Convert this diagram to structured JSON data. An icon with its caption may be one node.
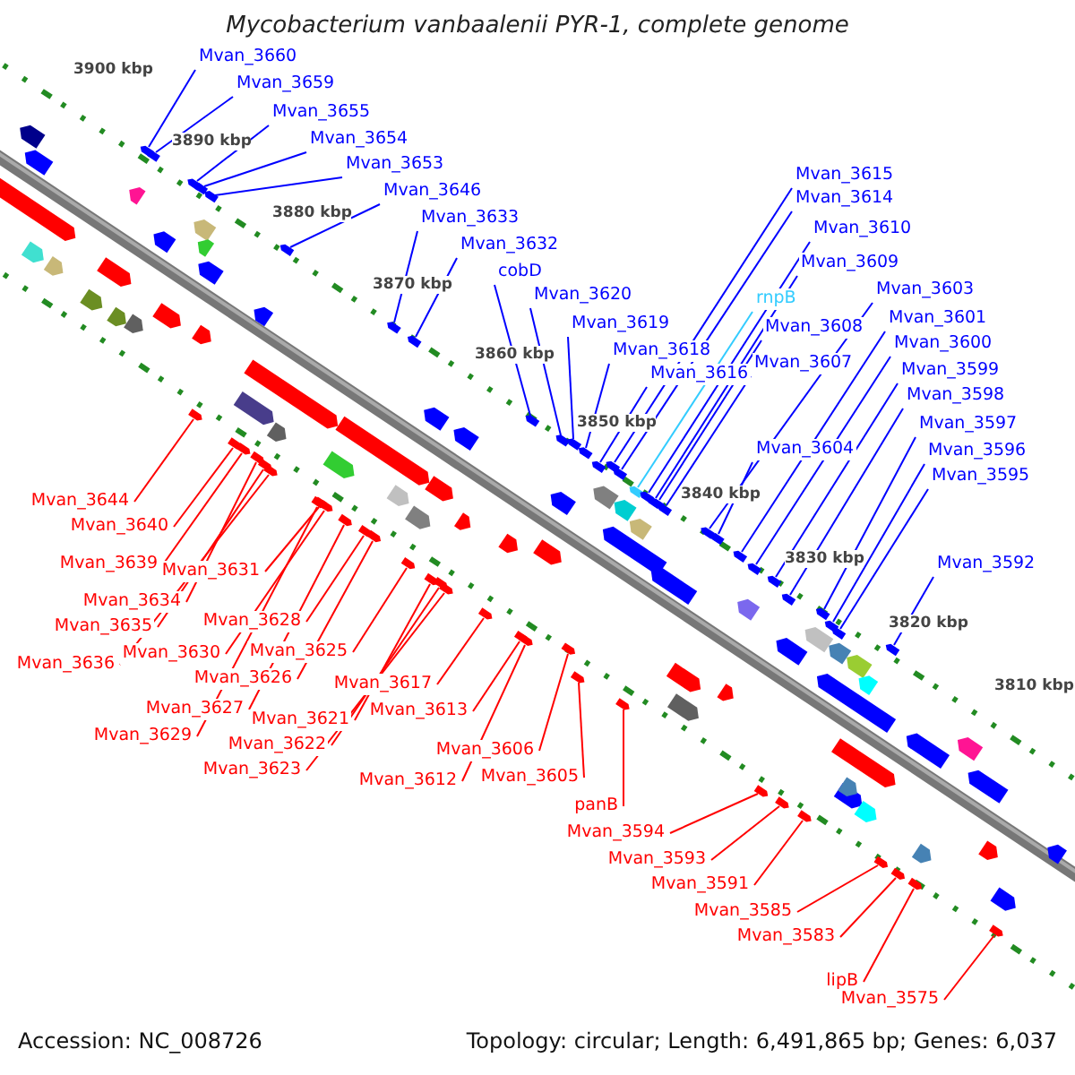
{
  "diagram": {
    "title": "Mycobacterium vanbaalenii PYR-1, complete genome",
    "nodes": [
      {
        "text": [
          "Mvan_3660"
        ]
      },
      {
        "text": [
          "Mvan_3659"
        ]
      },
      {
        "text": [
          "Mvan_3655"
        ]
      },
      {
        "text": [
          "Mvan_3654"
        ]
      },
      {
        "text": [
          "Mvan_3653"
        ]
      },
      {
        "text": [
          "Mvan_3646"
        ]
      },
      {
        "text": [
          "Mvan_3633"
        ]
      },
      {
        "text": [
          "Mvan_3632"
        ]
      },
      {
        "text": [
          "cobD"
        ]
      },
      {
        "text": [
          "Mvan_3620"
        ]
      },
      {
        "text": [
          "Mvan_3619"
        ]
      },
      {
        "text": [
          "Mvan_3618"
        ]
      },
      {
        "text": [
          "Mvan_3616"
        ]
      },
      {
        "text": [
          "Mvan_3615"
        ]
      },
      {
        "text": [
          "Mvan_3614"
        ]
      },
      {
        "text": [
          "rnpB"
        ]
      },
      {
        "text": [
          "Mvan_3610"
        ]
      },
      {
        "text": [
          "Mvan_3609"
        ]
      },
      {
        "text": [
          "Mvan_3608"
        ]
      },
      {
        "text": [
          "Mvan_3607"
        ]
      },
      {
        "text": [
          "Mvan_3603"
        ]
      },
      {
        "text": [
          "Mvan_3604"
        ]
      },
      {
        "text": [
          "Mvan_3601"
        ]
      },
      {
        "text": [
          "Mvan_3600"
        ]
      },
      {
        "text": [
          "Mvan_3599"
        ]
      },
      {
        "text": [
          "Mvan_3598"
        ]
      },
      {
        "text": [
          "Mvan_3597"
        ]
      },
      {
        "text": [
          "Mvan_3596"
        ]
      },
      {
        "text": [
          "Mvan_3595"
        ]
      },
      {
        "text": [
          "Mvan_3592"
        ]
      },
      {
        "text": [
          "Mvan_3644"
        ]
      },
      {
        "text": [
          "Mvan_3640"
        ]
      },
      {
        "text": [
          "Mvan_3639"
        ]
      },
      {
        "text": [
          "Mvan_3634"
        ]
      },
      {
        "text": [
          "Mvan_3635"
        ]
      },
      {
        "text": [
          "Mvan_3636"
        ]
      },
      {
        "text": [
          "Mvan_3631"
        ]
      },
      {
        "text": [
          "Mvan_3630"
        ]
      },
      {
        "text": [
          "Mvan_3628"
        ]
      },
      {
        "text": [
          "Mvan_3625"
        ]
      },
      {
        "text": [
          "Mvan_3626"
        ]
      },
      {
        "text": [
          "Mvan_3627"
        ]
      },
      {
        "text": [
          "Mvan_3629"
        ]
      },
      {
        "text": [
          "Mvan_3617"
        ]
      },
      {
        "text": [
          "Mvan_3621"
        ]
      },
      {
        "text": [
          "Mvan_3622"
        ]
      },
      {
        "text": [
          "Mvan_3623"
        ]
      },
      {
        "text": [
          "Mvan_3613"
        ]
      },
      {
        "text": [
          "Mvan_3606"
        ]
      },
      {
        "text": [
          "Mvan_3612"
        ]
      },
      {
        "text": [
          "Mvan_3605"
        ]
      },
      {
        "text": [
          "panB"
        ]
      },
      {
        "text": [
          "Mvan_3594"
        ]
      },
      {
        "text": [
          "Mvan_3593"
        ]
      },
      {
        "text": [
          "Mvan_3591"
        ]
      },
      {
        "text": [
          "Mvan_3585"
        ]
      },
      {
        "text": [
          "Mvan_3583"
        ]
      },
      {
        "text": [
          "lipB"
        ]
      },
      {
        "text": [
          "Mvan_3575"
        ]
      },
      {
        "text": [],
        "shape": "arrow"
      },
      {
        "text": [],
        "shape": "arrow"
      },
      {
        "text": [],
        "shape": "arrow"
      },
      {
        "text": [],
        "shape": "arrow"
      },
      {
        "text": [],
        "shape": "arrow"
      },
      {
        "text": [],
        "shape": "arrow"
      },
      {
        "text": [],
        "shape": "arrow"
      },
      {
        "text": [],
        "shape": "arrow"
      },
      {
        "text": [],
        "shape": "arrow"
      },
      {
        "text": [],
        "shape": "arrow"
      },
      {
        "text": [],
        "shape": "arrow"
      },
      {
        "text": [],
        "shape": "arrow"
      },
      {
        "text": [],
        "shape": "arrow"
      },
      {
        "text": [],
        "shape": "arrow"
      },
      {
        "text": [],
        "shape": "arrow"
      },
      {
        "text": [],
        "shape": "arrow"
      },
      {
        "text": [],
        "shape": "arrow"
      },
      {
        "text": [],
        "shape": "arrow"
      },
      {
        "text": [],
        "shape": "arrow"
      },
      {
        "text": [],
        "shape": "arrow"
      },
      {
        "text": [],
        "shape": "arrow"
      },
      {
        "text": [],
        "shape": "arrow"
      },
      {
        "text": [],
        "shape": "arrow"
      },
      {
        "text": [],
        "shape": "arrow"
      },
      {
        "text": [],
        "shape": "arrow"
      },
      {
        "text": [],
        "shape": "arrow"
      },
      {
        "text": [],
        "shape": "arrow"
      },
      {
        "text": [],
        "shape": "arrow"
      },
      {
        "text": [],
        "shape": "arrow"
      },
      {
        "text": [],
        "shape": "arrow"
      },
      {
        "text": [],
        "shape": "arrow"
      },
      {
        "text": [],
        "shape": "arrow"
      },
      {
        "text": [],
        "shape": "arrow"
      },
      {
        "text": [],
        "shape": "arrow"
      },
      {
        "text": [],
        "shape": "arrow"
      },
      {
        "text": [],
        "shape": "arrow"
      },
      {
        "text": [],
        "shape": "arrow"
      },
      {
        "text": [],
        "shape": "arrow"
      },
      {
        "text": [],
        "shape": "arrow"
      },
      {
        "text": [],
        "shape": "arrow"
      },
      {
        "text": [],
        "shape": "arrow"
      },
      {
        "text": [],
        "shape": "arrow"
      },
      {
        "text": [],
        "shape": "arrow"
      },
      {
        "text": [],
        "shape": "arrow"
      },
      {
        "text": [],
        "shape": "arrow"
      },
      {
        "text": [],
        "shape": "arrow"
      },
      {
        "text": [],
        "shape": "arrow"
      },
      {
        "text": [],
        "shape": "arrow"
      },
      {
        "text": [],
        "shape": "arrow"
      },
      {
        "text": [],
        "shape": "arrow"
      },
      {
        "text": [],
        "shape": "arrow"
      },
      {
        "text": [],
        "shape": "arrow"
      },
      {
        "text": [],
        "shape": "arrow"
      },
      {
        "text": [],
        "shape": "arrow"
      },
      {
        "text": [],
        "shape": "arrow"
      },
      {
        "text": [],
        "shape": "arrow"
      },
      {
        "text": [],
        "shape": "arrow"
      },
      {
        "text": [],
        "shape": "arrow"
      },
      {
        "text": [],
        "shape": "arrow"
      }
    ],
    "edges": [
      {
        "from": 0,
        "to": 59,
        "arrow": "none",
        "color": "#0000ff"
      },
      {
        "from": 1,
        "to": 60,
        "arrow": "none",
        "color": "#0000ff"
      },
      {
        "from": 2,
        "to": 61,
        "arrow": "none",
        "color": "#0000ff"
      },
      {
        "from": 3,
        "to": 62,
        "arrow": "none",
        "color": "#0000ff"
      },
      {
        "from": 4,
        "to": 63,
        "arrow": "none",
        "color": "#0000ff"
      },
      {
        "from": 5,
        "to": 64,
        "arrow": "none",
        "color": "#0000ff"
      },
      {
        "from": 6,
        "to": 65,
        "arrow": "none",
        "color": "#0000ff"
      },
      {
        "from": 7,
        "to": 66,
        "arrow": "none",
        "color": "#0000ff"
      },
      {
        "from": 8,
        "to": 67,
        "arrow": "none",
        "color": "#0000ff"
      },
      {
        "from": 9,
        "to": 68,
        "arrow": "none",
        "color": "#0000ff"
      },
      {
        "from": 10,
        "to": 69,
        "arrow": "none",
        "color": "#0000ff"
      },
      {
        "from": 11,
        "to": 70,
        "arrow": "none",
        "color": "#0000ff"
      },
      {
        "from": 12,
        "to": 71,
        "arrow": "none",
        "color": "#0000ff"
      },
      {
        "from": 13,
        "to": 72,
        "arrow": "none",
        "color": "#0000ff"
      },
      {
        "from": 14,
        "to": 73,
        "arrow": "none",
        "color": "#0000ff"
      },
      {
        "from": 15,
        "to": 74,
        "arrow": "none",
        "color": "#33ccff"
      },
      {
        "from": 16,
        "to": 75,
        "arrow": "none",
        "color": "#0000ff"
      },
      {
        "from": 17,
        "to": 76,
        "arrow": "none",
        "color": "#0000ff"
      },
      {
        "from": 18,
        "to": 77,
        "arrow": "none",
        "color": "#0000ff"
      },
      {
        "from": 19,
        "to": 78,
        "arrow": "none",
        "color": "#0000ff"
      },
      {
        "from": 20,
        "to": 79,
        "arrow": "none",
        "color": "#0000ff"
      },
      {
        "from": 21,
        "to": 80,
        "arrow": "none",
        "color": "#0000ff"
      },
      {
        "from": 22,
        "to": 81,
        "arrow": "none",
        "color": "#0000ff"
      },
      {
        "from": 23,
        "to": 82,
        "arrow": "none",
        "color": "#0000ff"
      },
      {
        "from": 24,
        "to": 83,
        "arrow": "none",
        "color": "#0000ff"
      },
      {
        "from": 25,
        "to": 84,
        "arrow": "none",
        "color": "#0000ff"
      },
      {
        "from": 26,
        "to": 85,
        "arrow": "none",
        "color": "#0000ff"
      },
      {
        "from": 27,
        "to": 86,
        "arrow": "none",
        "color": "#0000ff"
      },
      {
        "from": 28,
        "to": 87,
        "arrow": "none",
        "color": "#0000ff"
      },
      {
        "from": 29,
        "to": 88,
        "arrow": "none",
        "color": "#0000ff"
      },
      {
        "from": 30,
        "to": 89,
        "arrow": "none",
        "color": "#ff0000"
      },
      {
        "from": 31,
        "to": 90,
        "arrow": "none",
        "color": "#ff0000"
      },
      {
        "from": 32,
        "to": 91,
        "arrow": "none",
        "color": "#ff0000"
      },
      {
        "from": 33,
        "to": 92,
        "arrow": "none",
        "color": "#ff0000"
      },
      {
        "from": 34,
        "to": 93,
        "arrow": "none",
        "color": "#ff0000"
      },
      {
        "from": 35,
        "to": 94,
        "arrow": "none",
        "color": "#ff0000"
      },
      {
        "from": 36,
        "to": 95,
        "arrow": "none",
        "color": "#ff0000"
      },
      {
        "from": 37,
        "to": 96,
        "arrow": "none",
        "color": "#ff0000"
      },
      {
        "from": 38,
        "to": 97,
        "arrow": "none",
        "color": "#ff0000"
      },
      {
        "from": 39,
        "to": 98,
        "arrow": "none",
        "color": "#ff0000"
      },
      {
        "from": 40,
        "to": 99,
        "arrow": "none",
        "color": "#ff0000"
      },
      {
        "from": 41,
        "to": 100,
        "arrow": "none",
        "color": "#ff0000"
      },
      {
        "from": 42,
        "to": 101,
        "arrow": "none",
        "color": "#ff0000"
      },
      {
        "from": 43,
        "to": 102,
        "arrow": "none",
        "color": "#ff0000"
      },
      {
        "from": 44,
        "to": 103,
        "arrow": "none",
        "color": "#ff0000"
      },
      {
        "from": 45,
        "to": 104,
        "arrow": "none",
        "color": "#ff0000"
      },
      {
        "from": 46,
        "to": 105,
        "arrow": "none",
        "color": "#ff0000"
      },
      {
        "from": 47,
        "to": 106,
        "arrow": "none",
        "color": "#ff0000"
      },
      {
        "from": 48,
        "to": 107,
        "arrow": "none",
        "color": "#ff0000"
      },
      {
        "from": 49,
        "to": 108,
        "arrow": "none",
        "color": "#ff0000"
      },
      {
        "from": 50,
        "to": 109,
        "arrow": "none",
        "color": "#ff0000"
      },
      {
        "from": 51,
        "to": 110,
        "arrow": "none",
        "color": "#ff0000"
      },
      {
        "from": 52,
        "to": 111,
        "arrow": "none",
        "color": "#ff0000"
      },
      {
        "from": 53,
        "to": 112,
        "arrow": "none",
        "color": "#ff0000"
      },
      {
        "from": 54,
        "to": 113,
        "arrow": "none",
        "color": "#ff0000"
      },
      {
        "from": 55,
        "to": 114,
        "arrow": "none",
        "color": "#ff0000"
      },
      {
        "from": 56,
        "to": 115,
        "arrow": "none",
        "color": "#ff0000"
      },
      {
        "from": 57,
        "to": 116,
        "arrow": "none",
        "color": "#ff0000"
      },
      {
        "from": 58,
        "to": 117,
        "arrow": "none",
        "color": "#ff0000"
      }
    ],
    "labels": [
      "3900 kbp",
      "3890 kbp",
      "3880 kbp",
      "3870 kbp",
      "3860 kbp",
      "3850 kbp",
      "3840 kbp",
      "3830 kbp",
      "3820 kbp",
      "3810 kbp",
      "Accession: NC_008726",
      "Topology: circular; Length: 6,491,865 bp; Genes: 6,037"
    ]
  }
}
